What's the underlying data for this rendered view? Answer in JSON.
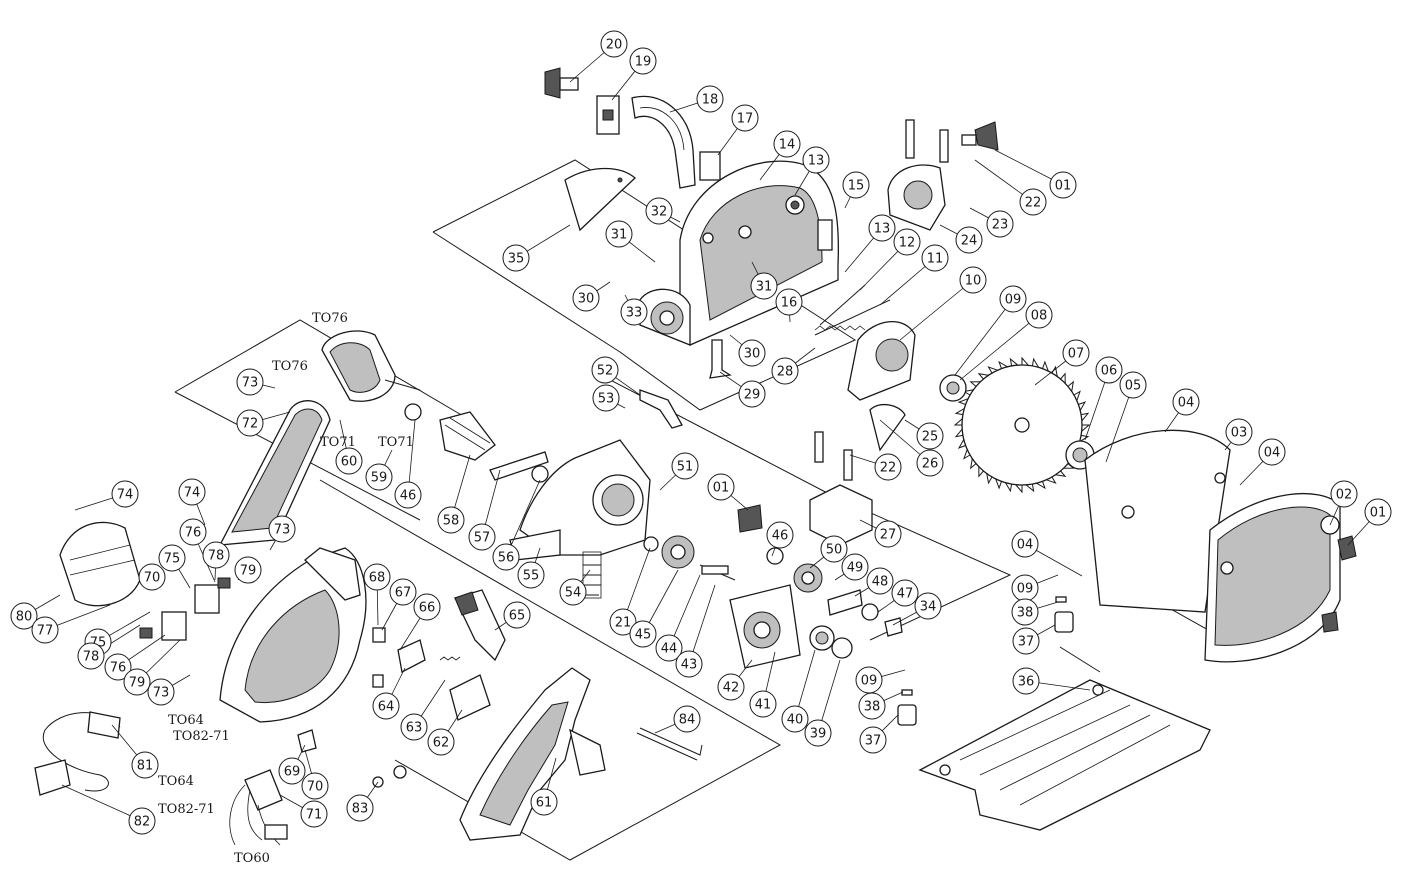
{
  "callouts": [
    {
      "label": "20"
    },
    {
      "label": "19"
    },
    {
      "label": "18"
    },
    {
      "label": "17"
    },
    {
      "label": "14"
    },
    {
      "label": "13"
    },
    {
      "label": "15"
    },
    {
      "label": "32"
    },
    {
      "label": "35"
    },
    {
      "label": "31"
    },
    {
      "label": "30"
    },
    {
      "label": "33"
    },
    {
      "label": "31"
    },
    {
      "label": "13"
    },
    {
      "label": "12"
    },
    {
      "label": "11"
    },
    {
      "label": "16"
    },
    {
      "label": "30"
    },
    {
      "label": "28"
    },
    {
      "label": "29"
    },
    {
      "label": "01"
    },
    {
      "label": "22"
    },
    {
      "label": "23"
    },
    {
      "label": "24"
    },
    {
      "label": "10"
    },
    {
      "label": "09"
    },
    {
      "label": "08"
    },
    {
      "label": "07"
    },
    {
      "label": "06"
    },
    {
      "label": "05"
    },
    {
      "label": "04"
    },
    {
      "label": "03"
    },
    {
      "label": "04"
    },
    {
      "label": "02"
    },
    {
      "label": "01"
    },
    {
      "label": "25"
    },
    {
      "label": "26"
    },
    {
      "label": "22"
    },
    {
      "label": "27"
    },
    {
      "label": "52"
    },
    {
      "label": "53"
    },
    {
      "label": "51"
    },
    {
      "label": "01"
    },
    {
      "label": "46"
    },
    {
      "label": "50"
    },
    {
      "label": "49"
    },
    {
      "label": "48"
    },
    {
      "label": "47"
    },
    {
      "label": "34"
    },
    {
      "label": "57"
    },
    {
      "label": "56"
    },
    {
      "label": "55"
    },
    {
      "label": "54"
    },
    {
      "label": "21"
    },
    {
      "label": "45"
    },
    {
      "label": "44"
    },
    {
      "label": "43"
    },
    {
      "label": "42"
    },
    {
      "label": "41"
    },
    {
      "label": "40"
    },
    {
      "label": "39"
    },
    {
      "label": "04"
    },
    {
      "label": "09"
    },
    {
      "label": "38"
    },
    {
      "label": "37"
    },
    {
      "label": "36"
    },
    {
      "label": "09"
    },
    {
      "label": "38"
    },
    {
      "label": "37"
    },
    {
      "label": "73"
    },
    {
      "label": "72"
    },
    {
      "label": "60"
    },
    {
      "label": "59"
    },
    {
      "label": "46"
    },
    {
      "label": "58"
    },
    {
      "label": "74"
    },
    {
      "label": "74"
    },
    {
      "label": "73"
    },
    {
      "label": "76"
    },
    {
      "label": "75"
    },
    {
      "label": "78"
    },
    {
      "label": "79"
    },
    {
      "label": "70"
    },
    {
      "label": "80"
    },
    {
      "label": "77"
    },
    {
      "label": "75"
    },
    {
      "label": "78"
    },
    {
      "label": "76"
    },
    {
      "label": "79"
    },
    {
      "label": "73"
    },
    {
      "label": "68"
    },
    {
      "label": "67"
    },
    {
      "label": "66"
    },
    {
      "label": "65"
    },
    {
      "label": "64"
    },
    {
      "label": "63"
    },
    {
      "label": "62"
    },
    {
      "label": "81"
    },
    {
      "label": "82"
    },
    {
      "label": "69"
    },
    {
      "label": "70"
    },
    {
      "label": "71"
    },
    {
      "label": "83"
    },
    {
      "label": "61"
    },
    {
      "label": "84"
    }
  ],
  "wire_labels": [
    {
      "label": "TO76"
    },
    {
      "label": "TO76"
    },
    {
      "label": "TO71"
    },
    {
      "label": "TO71"
    },
    {
      "label": "TO64"
    },
    {
      "label": "TO82-71"
    },
    {
      "label": "TO64"
    },
    {
      "label": "TO82-71"
    },
    {
      "label": "TO60"
    }
  ]
}
